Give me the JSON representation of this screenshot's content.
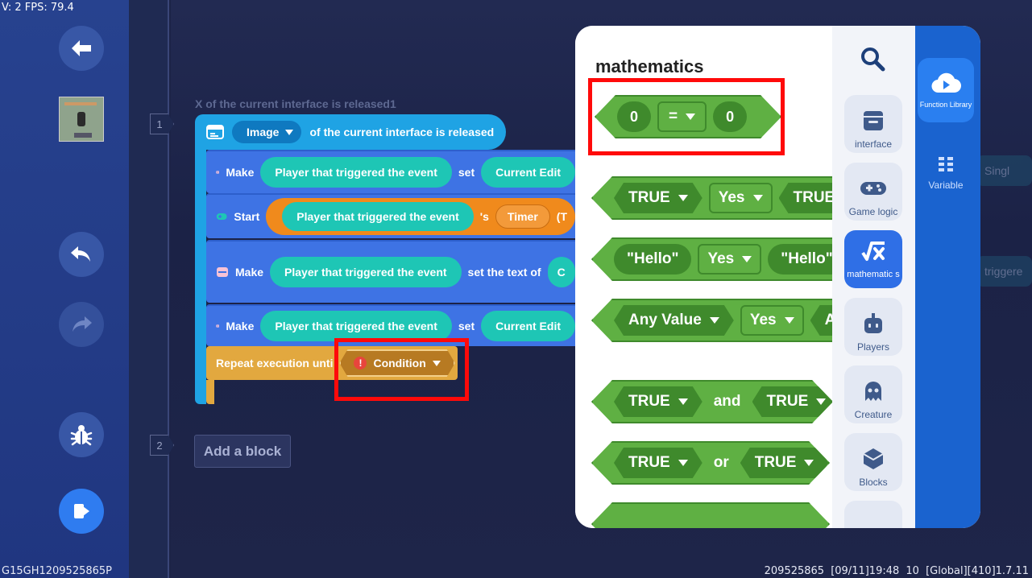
{
  "debug": {
    "fps_text": "V: 2 FPS: 79.4"
  },
  "sidebar": {
    "icons": [
      "back-arrow-icon",
      "undo-icon",
      "redo-icon",
      "bug-icon",
      "export-icon"
    ]
  },
  "editor": {
    "line_numbers": [
      "1",
      "2"
    ],
    "event_title": "X of the current interface is released1",
    "event_head": {
      "dropdown": "Image",
      "text": "of the current interface is released"
    },
    "statements": [
      {
        "verb": "Make",
        "arg": "Player that triggered the event",
        "mid": "set",
        "tail": "Current Edit"
      },
      {
        "verb": "Start",
        "arg": "Player that triggered the event",
        "mid": "'s",
        "tail": "Timer",
        "after": "(T"
      },
      {
        "verb": "Make",
        "arg": "Player that triggered the event",
        "mid": "set the text of",
        "tail": "C"
      },
      {
        "verb": "Make",
        "arg": "Player that triggered the event",
        "mid": "set",
        "tail": "Current Edit"
      }
    ],
    "repeat": {
      "label": "Repeat execution unti",
      "condition": "Condition"
    },
    "add_block": "Add a block",
    "ghosts": [
      "Singl",
      "triggere"
    ]
  },
  "palette": {
    "title": "mathematics",
    "blocks": [
      {
        "kind": "compare",
        "left": "0",
        "op": "=",
        "right": "0"
      },
      {
        "kind": "equals",
        "left": "TRUE",
        "op": "Yes",
        "right": "TRUE"
      },
      {
        "kind": "equals",
        "left": "\"Hello\"",
        "op": "Yes",
        "right": "\"Hello\""
      },
      {
        "kind": "equals",
        "left": "Any Value",
        "op": "Yes",
        "right": "Any"
      },
      {
        "kind": "logic",
        "left": "TRUE",
        "op": "and",
        "right": "TRUE"
      },
      {
        "kind": "logic",
        "left": "TRUE",
        "op": "or",
        "right": "TRUE"
      }
    ],
    "categories": [
      {
        "label": "interface",
        "icon": "window-icon"
      },
      {
        "label": "Game logic",
        "icon": "gamepad-icon"
      },
      {
        "label": "mathematic s",
        "icon": "math-icon",
        "selected": true
      },
      {
        "label": "Players",
        "icon": "robot-icon"
      },
      {
        "label": "Creature",
        "icon": "ghost-icon"
      },
      {
        "label": "Blocks",
        "icon": "cube-icon"
      }
    ],
    "tabs": {
      "function_library": "Function Library",
      "variable": "Variable"
    }
  },
  "footer": {
    "left": "G15GH1209525865P",
    "right": "209525865   [09/11]19:48 10 [Global][410]1.7.11"
  },
  "colors": {
    "sidebar": "#27428f",
    "canvas": "#1c2347",
    "event_blue": "#1fa3e4",
    "stmt_blue": "#3e73e4",
    "teal": "#1ec6b5",
    "math_green": "#5fb043",
    "highlight_red": "#ff0a0a"
  }
}
